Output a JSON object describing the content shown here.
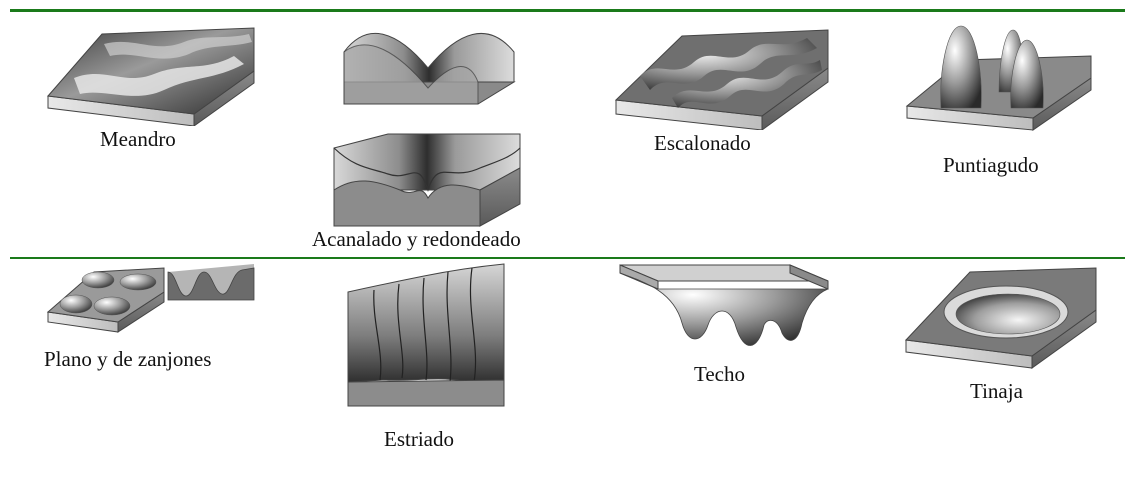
{
  "colors": {
    "rule": "#1a7a1a",
    "paper": "#ffffff"
  },
  "labels": {
    "meandro": "Meandro",
    "acanalado": "Acanalado y redondeado",
    "escalonado": "Escalonado",
    "puntiagudo": "Puntiagudo",
    "plano": "Plano y de zanjones",
    "estriado": "Estriado",
    "techo": "Techo",
    "tinaja": "Tinaja"
  }
}
